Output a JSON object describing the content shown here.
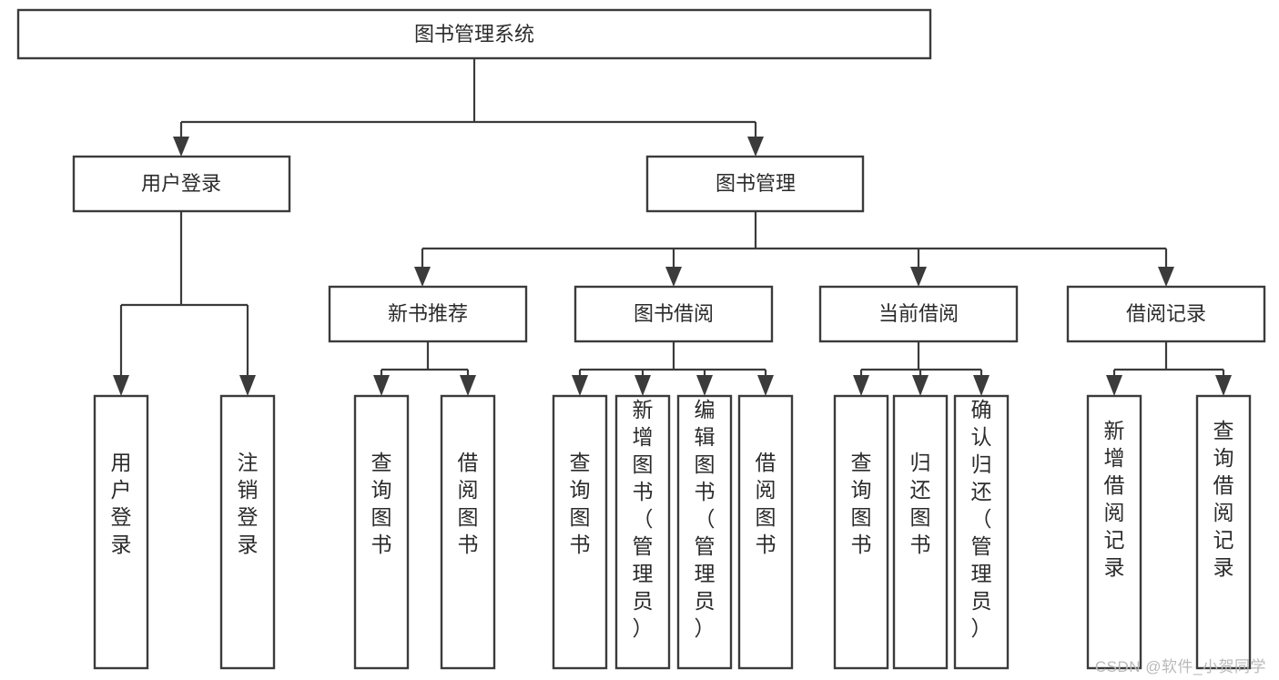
{
  "diagram": {
    "type": "tree",
    "title": "图书管理系统",
    "watermark": "CSDN @软件_小贺同学",
    "colors": {
      "stroke": "#3b3b3b",
      "fill": "#ffffff",
      "text": "#2b2b2b",
      "watermark": "#b9b9b9"
    },
    "nodes": {
      "root": {
        "label": "图书管理系统"
      },
      "level2": [
        {
          "id": "user-login",
          "label": "用户登录"
        },
        {
          "id": "book-manage",
          "label": "图书管理"
        }
      ],
      "level3": [
        {
          "id": "new-book-recommend",
          "label": "新书推荐"
        },
        {
          "id": "book-borrow",
          "label": "图书借阅"
        },
        {
          "id": "current-borrow",
          "label": "当前借阅"
        },
        {
          "id": "borrow-record",
          "label": "借阅记录"
        }
      ],
      "leaves": {
        "user-login": [
          {
            "id": "leaf-user-login",
            "label": "用户登录"
          },
          {
            "id": "leaf-logout",
            "label": "注销登录"
          }
        ],
        "new-book-recommend": [
          {
            "id": "leaf-query-book-1",
            "label": "查询图书"
          },
          {
            "id": "leaf-borrow-book-1",
            "label": "借阅图书"
          }
        ],
        "book-borrow": [
          {
            "id": "leaf-query-book-2",
            "label": "查询图书"
          },
          {
            "id": "leaf-add-book",
            "label": "新增图书（管理员）"
          },
          {
            "id": "leaf-edit-book",
            "label": "编辑图书（管理员）"
          },
          {
            "id": "leaf-borrow-book-2",
            "label": "借阅图书"
          }
        ],
        "current-borrow": [
          {
            "id": "leaf-query-book-3",
            "label": "查询图书"
          },
          {
            "id": "leaf-return-book",
            "label": "归还图书"
          },
          {
            "id": "leaf-confirm-return",
            "label": "确认归还（管理员）"
          }
        ],
        "borrow-record": [
          {
            "id": "leaf-add-record",
            "label": "新增借阅记录"
          },
          {
            "id": "leaf-query-record",
            "label": "查询借阅记录"
          }
        ]
      }
    }
  }
}
